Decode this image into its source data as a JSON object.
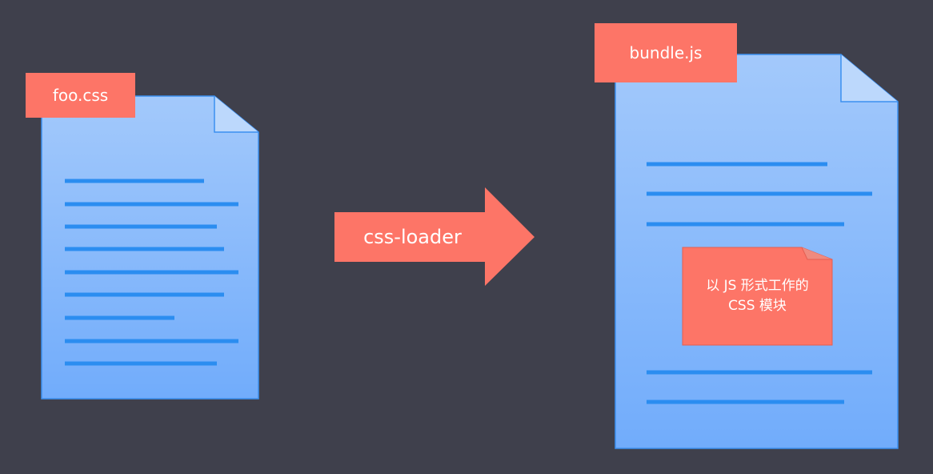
{
  "source_file": {
    "label": "foo.css",
    "line_count": 9
  },
  "transform": {
    "label": "css-loader"
  },
  "output_file": {
    "label": "bundle.js",
    "line_count": 5
  },
  "embedded_module": {
    "line1": "以 JS 形式工作的",
    "line2": "CSS 模块"
  },
  "colors": {
    "background": "#3f404c",
    "document_top": "#a3c9fb",
    "document_bottom": "#71acfb",
    "document_border": "#3b8ff0",
    "text_line": "#2b8df0",
    "accent": "#fd7567"
  }
}
